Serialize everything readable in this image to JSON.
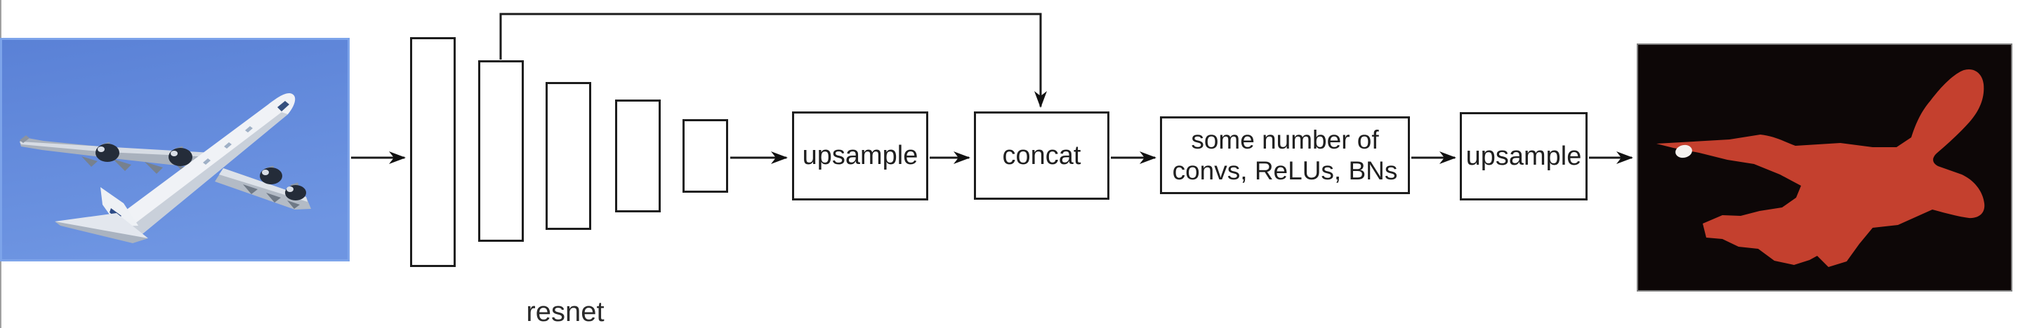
{
  "diagram": {
    "type": "semantic-segmentation-pipeline",
    "input_image": {
      "description": "photo of a four-engine jet airliner climbing in a blue sky",
      "sky_color": "#5c85d8"
    },
    "backbone": {
      "label": "resnet",
      "feature_map_count": 5
    },
    "nodes": {
      "upsample1": {
        "label": "upsample"
      },
      "concat": {
        "label": "concat"
      },
      "convs": {
        "line1": "some number of",
        "line2": "convs, ReLUs, BNs"
      },
      "upsample2": {
        "label": "upsample"
      }
    },
    "output_image": {
      "description": "segmentation mask of the airplane",
      "mask_color": "#c4402e",
      "mask_background_color": "#0d0707"
    },
    "line_color": "#1a1a1a",
    "page_edge_color": "#a0a0a0"
  }
}
